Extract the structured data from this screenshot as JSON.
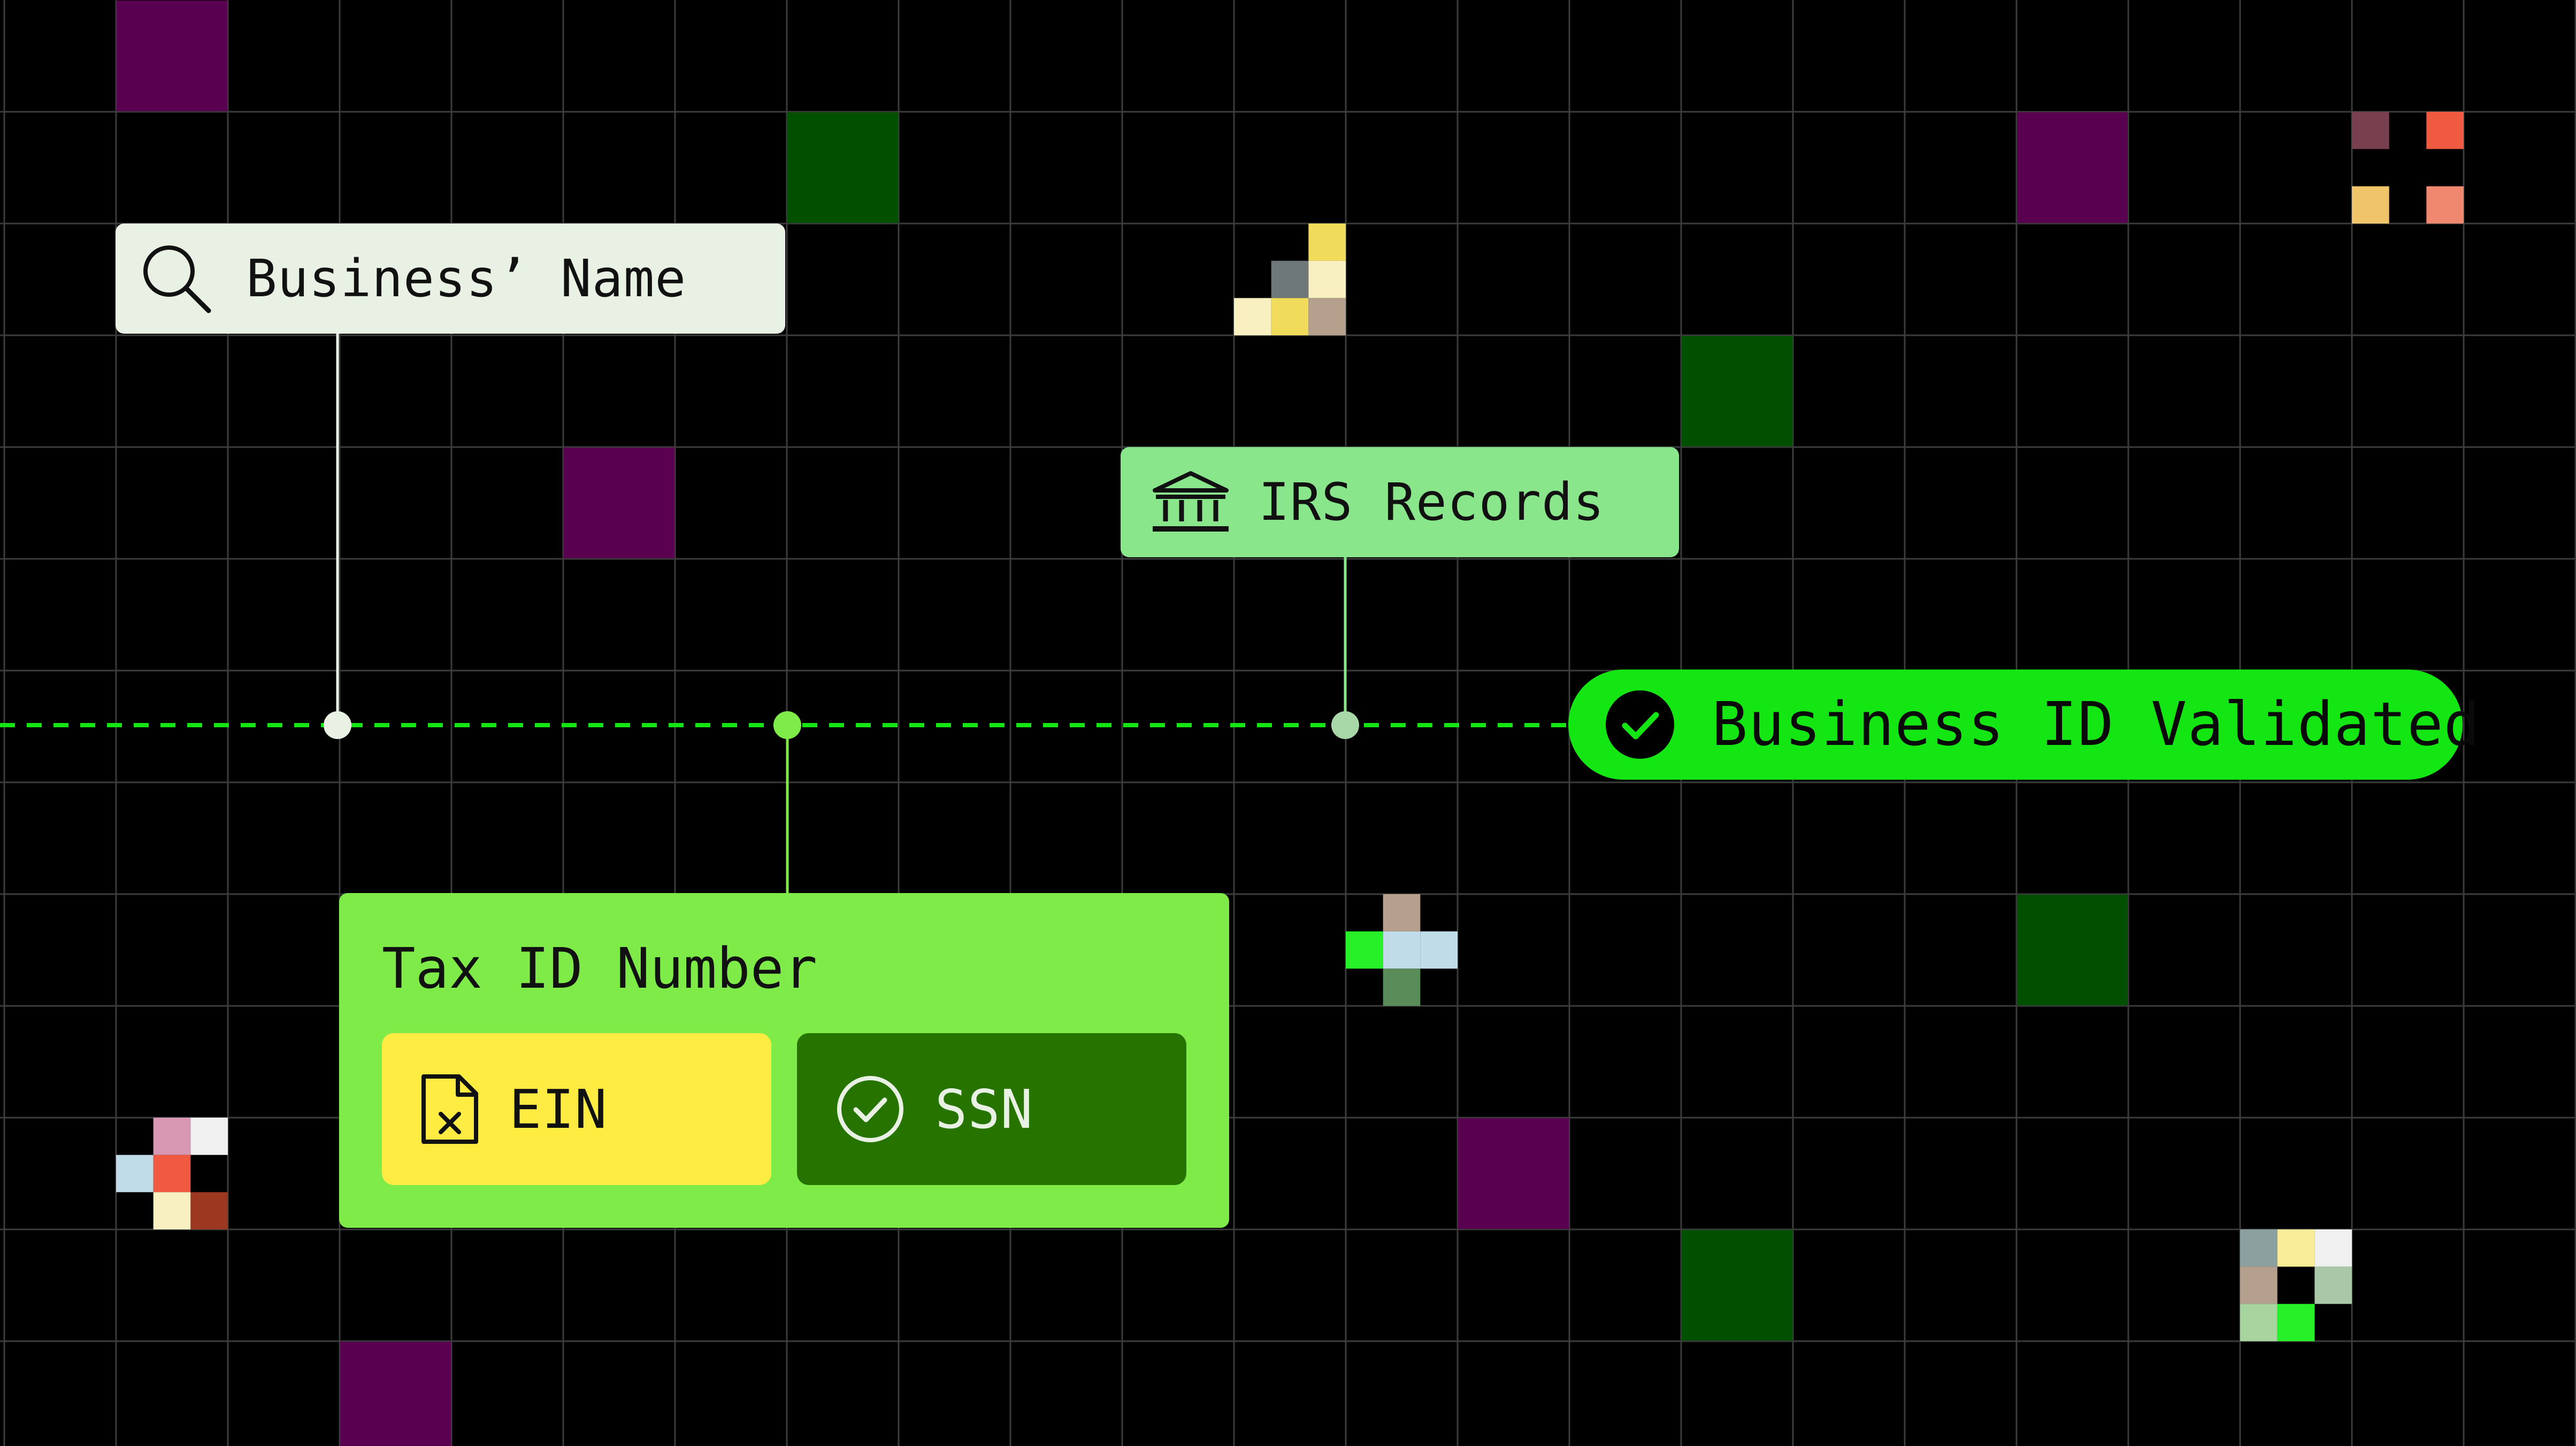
{
  "search": {
    "label": "Business’ Name",
    "icon": "search-icon"
  },
  "irs": {
    "label": "IRS Records",
    "icon": "bank-icon"
  },
  "validated": {
    "label": "Business ID Validated",
    "icon": "check-circle-icon"
  },
  "tax": {
    "title": "Tax ID Number",
    "options": [
      {
        "label": "EIN",
        "icon": "document-x-icon"
      },
      {
        "label": "SSN",
        "icon": "check-circle-icon"
      }
    ]
  },
  "colors": {
    "background": "#000000",
    "grid_line": "#3c3c3c",
    "dashed_line": "#14e614",
    "search_card": "#e8f1e4",
    "irs_card": "#8ae68a",
    "validated_pill": "#14e614",
    "tax_card": "#7eeb48",
    "ein_option": "#ffec43",
    "ssn_option": "#267300",
    "square_purple": "#5a0050",
    "square_green": "#005000"
  }
}
